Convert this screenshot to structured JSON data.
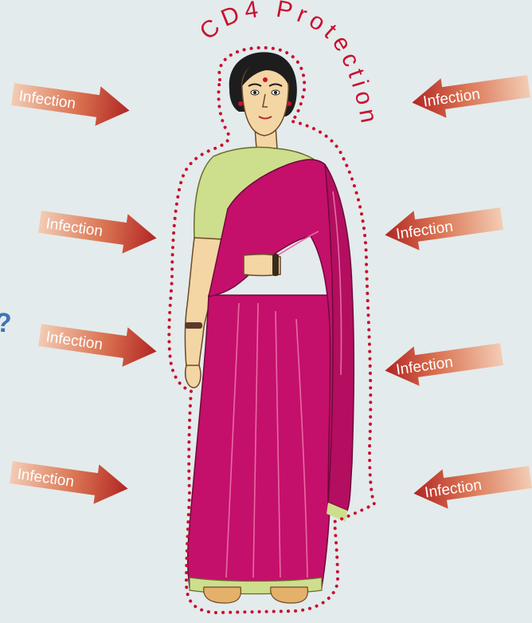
{
  "arrows": [
    {
      "label": "Infection",
      "direction": "right"
    },
    {
      "label": "Infection",
      "direction": "left"
    },
    {
      "label": "Infection",
      "direction": "right"
    },
    {
      "label": "Infection",
      "direction": "left"
    },
    {
      "label": "Infection",
      "direction": "right"
    },
    {
      "label": "Infection",
      "direction": "left"
    },
    {
      "label": "Infection",
      "direction": "right"
    },
    {
      "label": "Infection",
      "direction": "left"
    }
  ],
  "protection_text": "CD4 Protection",
  "edge_mark": "?",
  "colors": {
    "background": "#e4ebec",
    "arrow_dark": "#b82b27",
    "arrow_light": "#f2cbb2",
    "protection": "#c8102e",
    "saree": "#c4106a",
    "blouse": "#cdde8d",
    "skin": "#f4d5a4",
    "edge_mark": "#3e74b4"
  }
}
